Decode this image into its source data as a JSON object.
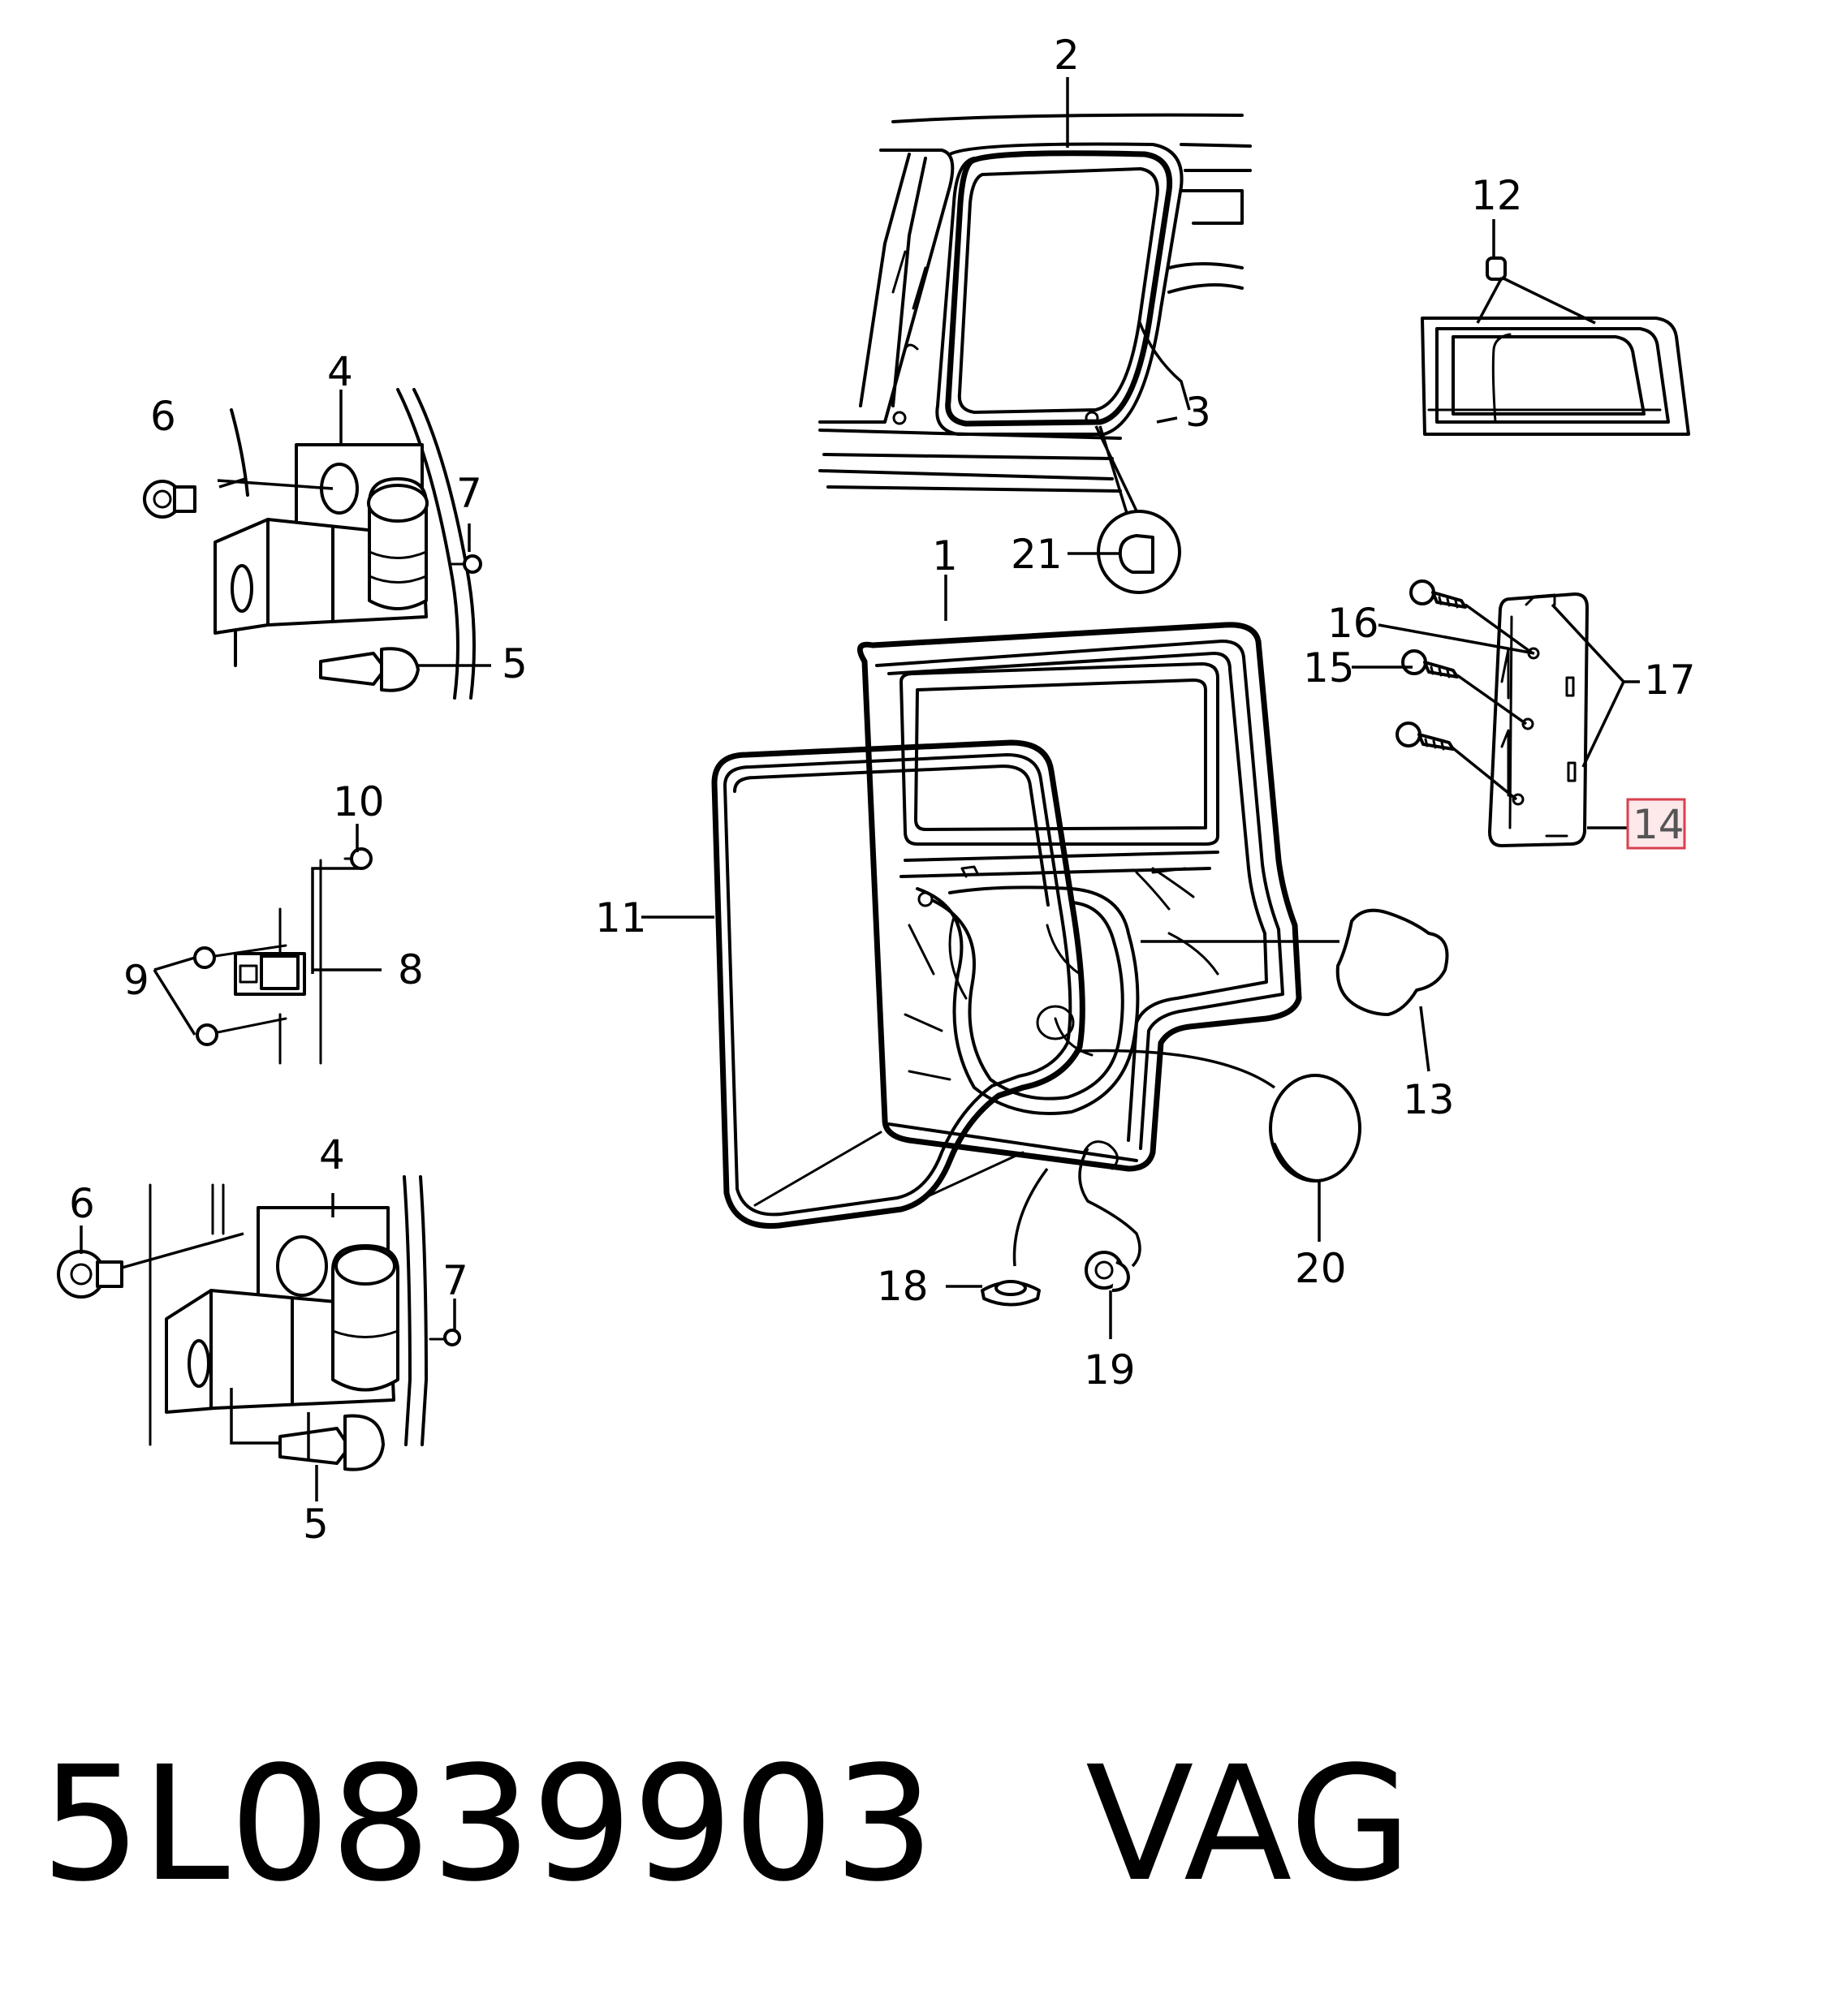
{
  "callouts": {
    "c1": "1",
    "c2": "2",
    "c3": "3",
    "c4a": "4",
    "c4b": "4",
    "c5a": "5",
    "c5b": "5",
    "c6a": "6",
    "c6b": "6",
    "c7a": "7",
    "c7b": "7",
    "c8": "8",
    "c9": "9",
    "c10": "10",
    "c11": "11",
    "c12": "12",
    "c13": "13",
    "c14": "14",
    "c15": "15",
    "c16": "16",
    "c17": "17",
    "c18": "18",
    "c19": "19",
    "c20": "20",
    "c21": "21"
  },
  "highlighted_callout": "14",
  "footer": {
    "part_number": "5L0839903",
    "brand": "VAG"
  }
}
